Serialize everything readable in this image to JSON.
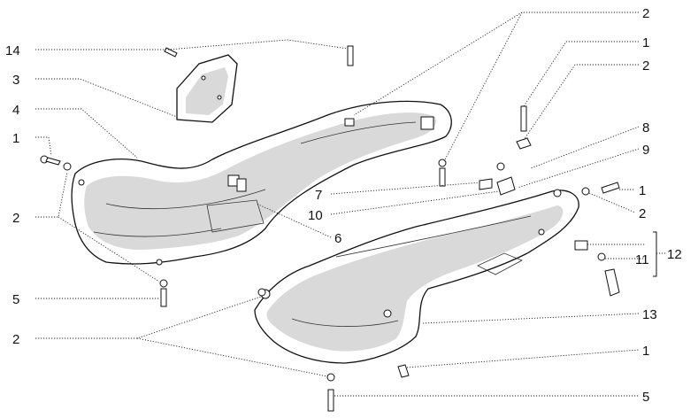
{
  "callouts": {
    "c14": "14",
    "c3": "3",
    "c4": "4",
    "c1_left": "1",
    "c2_left": "2",
    "c5_left": "5",
    "c2_bottom_left": "2",
    "c2_top_right": "2",
    "c1_top_right": "1",
    "c2_upper_right": "2",
    "c8": "8",
    "c9": "9",
    "c7": "7",
    "c10": "10",
    "c6": "6",
    "c1_mid_right": "1",
    "c2_mid_right": "2",
    "c12": "12",
    "c11": "11",
    "c13": "13",
    "c1_lower_right": "1",
    "c5_bottom": "5"
  }
}
